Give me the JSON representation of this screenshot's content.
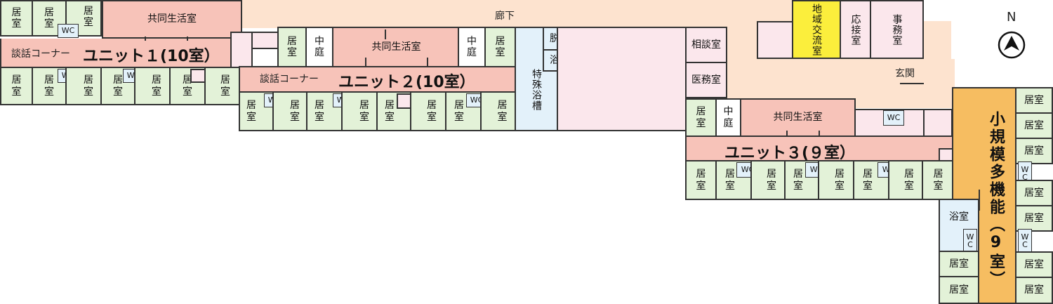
{
  "labels": {
    "room": "居\n室",
    "room_h": "居室",
    "wc": "WC",
    "wc_v": "W\nC",
    "courtyard": "中\n庭",
    "common": "共同生活室",
    "lounge": "談話コーナー",
    "corridor": "廊下",
    "changing": "脱",
    "bath_small": "浴",
    "special_bath": "特殊浴槽",
    "consult": "相談室",
    "medical": "医務室",
    "community": "地域交流室",
    "reception": "応接室",
    "office": "事務室",
    "entrance": "玄関",
    "bathroom": "浴室"
  },
  "units": {
    "unit1": "ユニット１(10室）",
    "unit2": "ユニット２(10室）",
    "unit3": "ユニット３(９室）",
    "small_scale": "小規模多機能（9室）"
  },
  "compass": {
    "north": "N"
  },
  "colors": {
    "room": "#e3f2d8",
    "common": "#f7c3b9",
    "corridor": "#fde3cf",
    "bath": "#e3f1fa",
    "community": "#fbee3c",
    "small_scale": "#f6bd61"
  }
}
